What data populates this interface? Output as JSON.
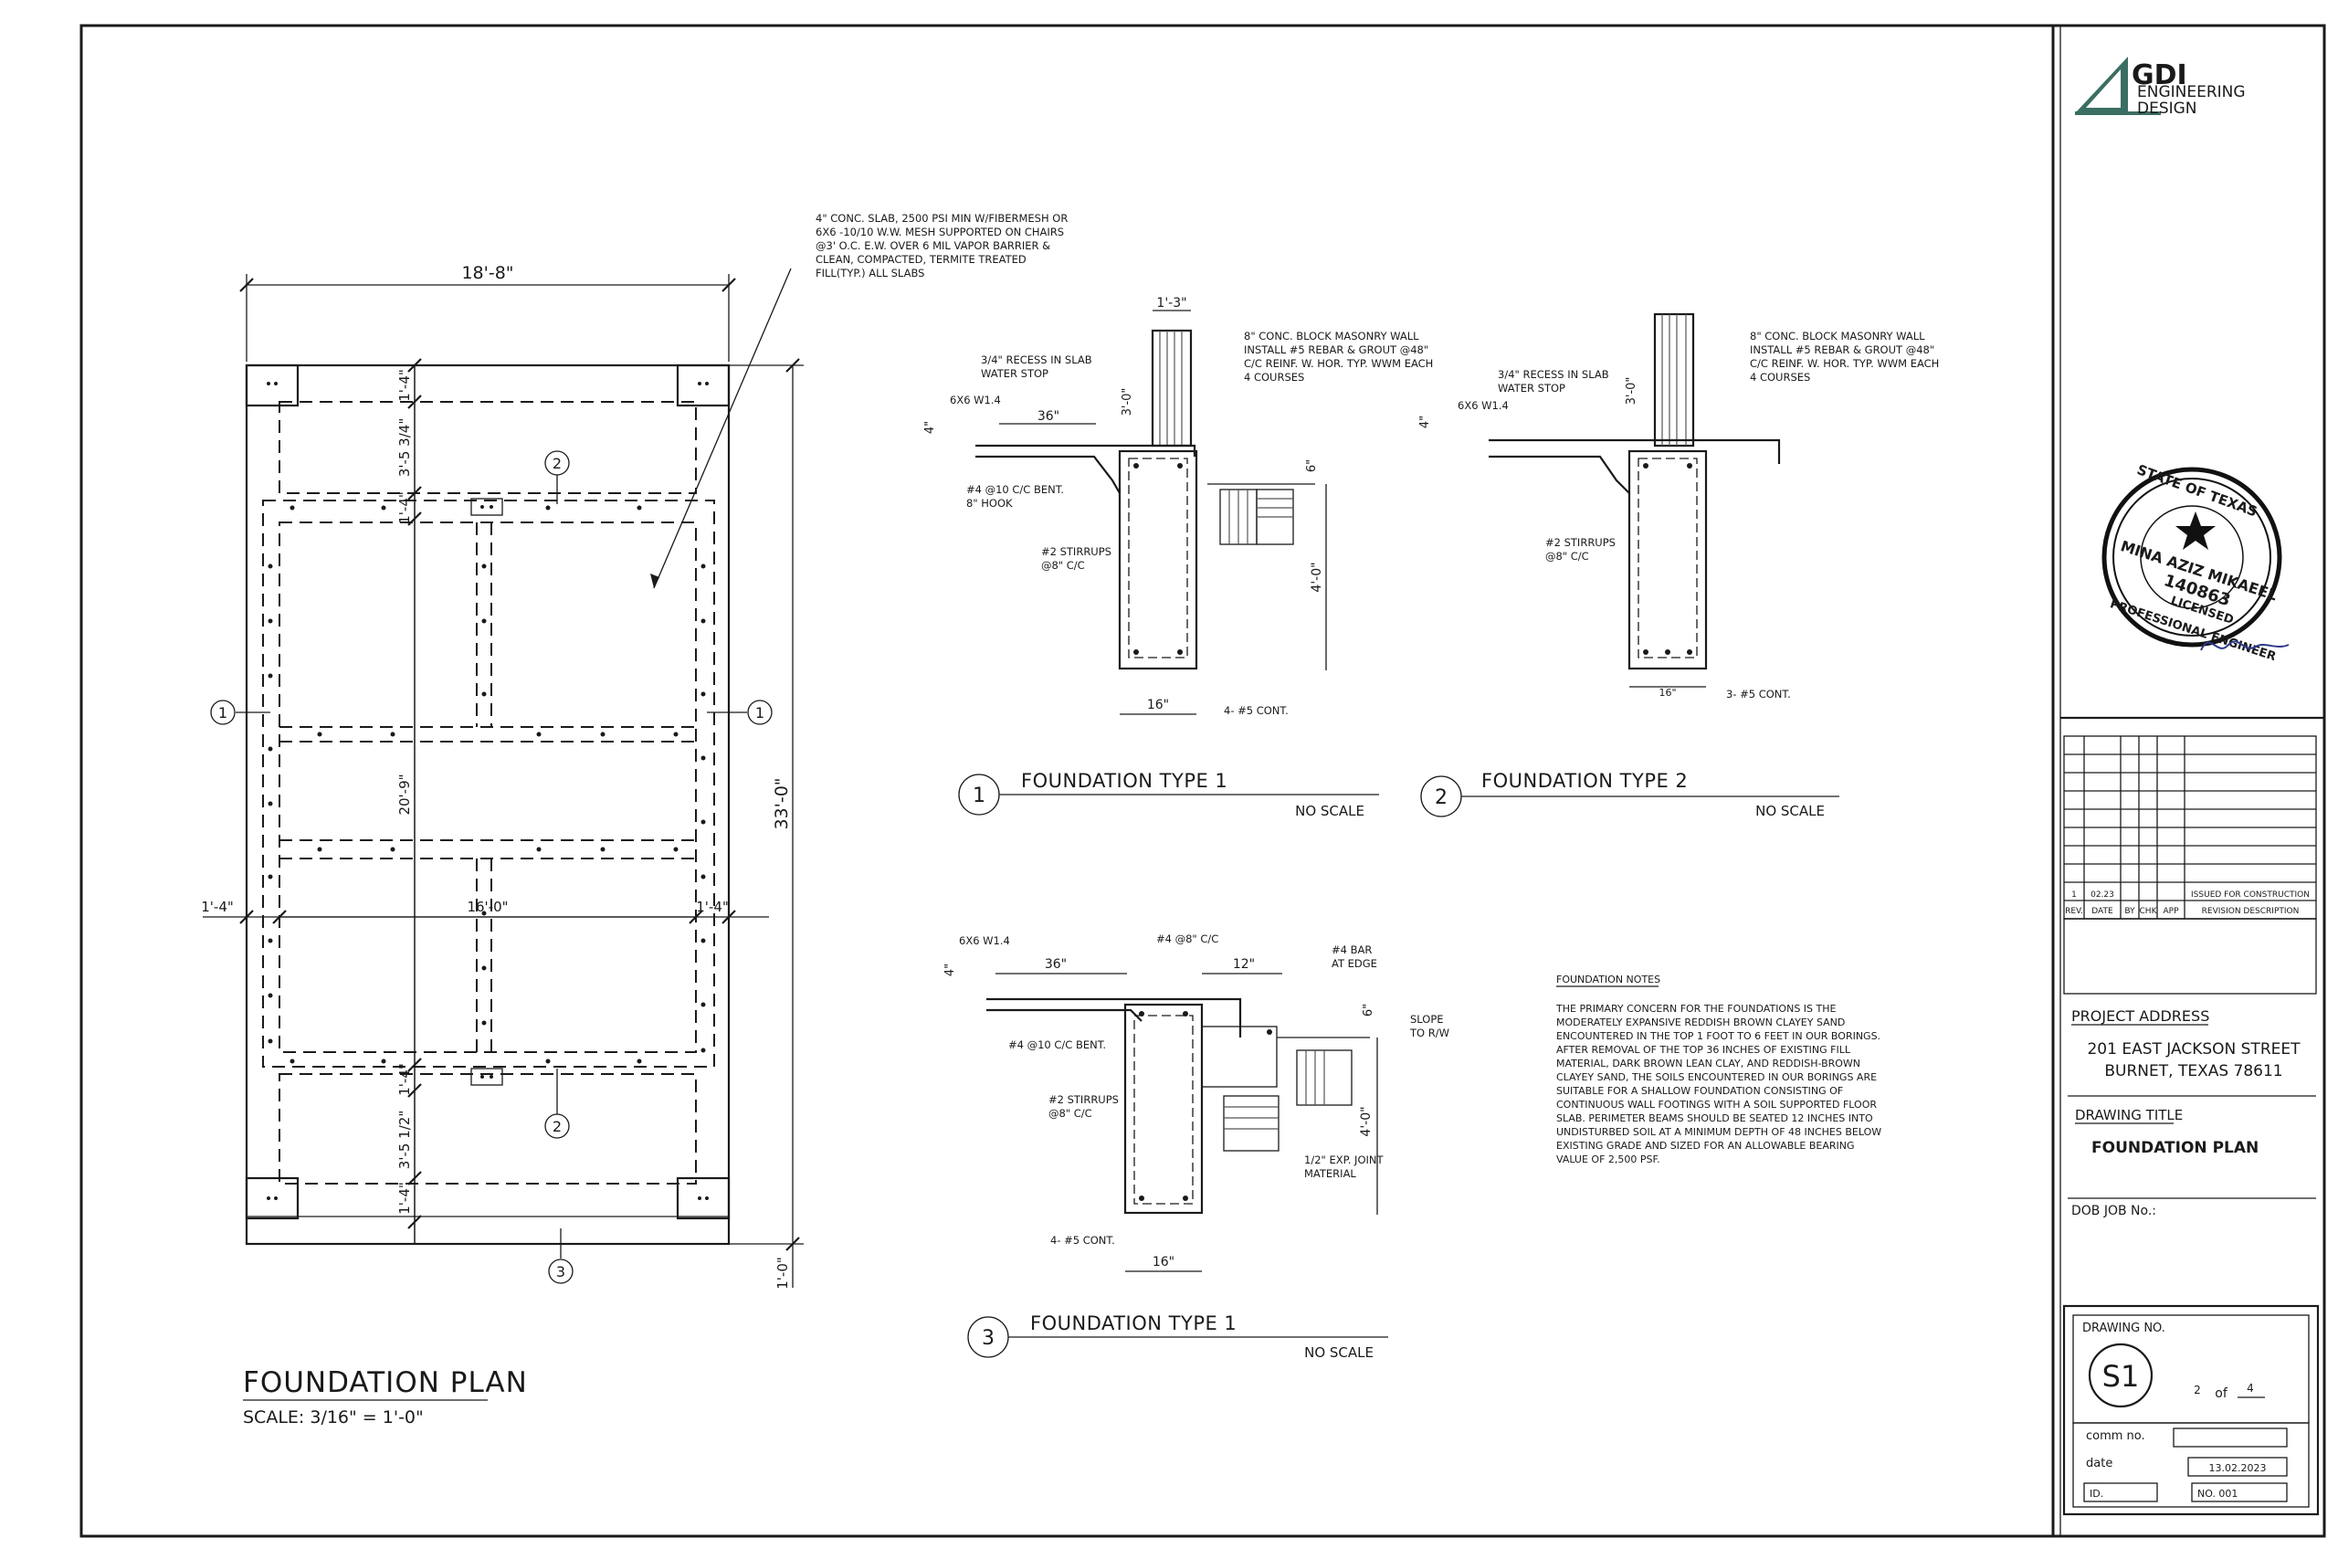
{
  "plan": {
    "title": "FOUNDATION PLAN",
    "scale": "SCALE: 3/16\" = 1'-0\"",
    "dims": {
      "overall_width": "18'-8\"",
      "overall_height": "33'-0\"",
      "interior_width": "16'-0\"",
      "interior_height": "20'-9\"",
      "edge_left": "1'-4\"",
      "edge_right": "1'-4\"",
      "top_1": "1'-4\"",
      "top_2": "3'-5 3/4\"",
      "top_3": "1'-4\"",
      "bot_1": "1'-4\"",
      "bot_2": "3'-5 1/2\"",
      "bot_3": "1'-4\"",
      "bottom_extra": "1'-0\""
    },
    "markers": {
      "left": "1",
      "right": "1",
      "top": "2",
      "bottom": "2",
      "bottom_section": "3"
    },
    "slab_note": "4\" CONC. SLAB, 2500 PSI MIN W/FIBERMESH OR 6X6 -10/10 W.W. MESH SUPPORTED ON CHAIRS @3' O.C. E.W. OVER 6 MIL VAPOR BARRIER & CLEAN, COMPACTED, TERMITE TREATED FILL(TYP.) ALL SLABS"
  },
  "detail1": {
    "number": "1",
    "title": "FOUNDATION TYPE 1",
    "scale": "NO SCALE",
    "wall_note": "8\" CONC. BLOCK MASONRY WALL INSTALL #5 REBAR & GROUT @48\" C/C REINF. W. HOR. TYP. WWM EACH 4 COURSES",
    "recess": "3/4\" RECESS IN SLAB WATER STOP",
    "mesh": "6X6 W1.4",
    "bent": "#4 @10 C/C BENT. 8\" HOOK",
    "stirrups": "#2 STIRRUPS @8\" C/C",
    "cont": "4- #5 CONT.",
    "d_wall": "1'-3\"",
    "d_slab": "36\"",
    "d_4": "4\"",
    "d_3": "3'-0\"",
    "d_6": "6\"",
    "d_depth": "4'-0\"",
    "d_width": "16\""
  },
  "detail2": {
    "number": "2",
    "title": "FOUNDATION TYPE 2",
    "scale": "NO SCALE",
    "wall_note": "8\" CONC. BLOCK MASONRY WALL INSTALL #5 REBAR & GROUT @48\" C/C REINF. W. HOR. TYP. WWM EACH 4 COURSES",
    "recess": "3/4\" RECESS IN SLAB WATER STOP",
    "mesh": "6X6 W1.4",
    "stirrups": "#2 STIRRUPS @8\" C/C",
    "cont": "3- #5 CONT.",
    "d_4": "4\"",
    "d_3": "3'-0\"",
    "d_width": "16\""
  },
  "detail3": {
    "number": "3",
    "title": "FOUNDATION TYPE 1",
    "scale": "NO SCALE",
    "mesh": "6X6 W1.4",
    "top_bar": "#4 @8\" C/C",
    "edge_bar": "#4 BAR AT EDGE",
    "slope": "SLOPE TO R/W",
    "bent": "#4 @10 C/C BENT.",
    "stirrups": "#2 STIRRUPS @8\" C/C",
    "joint": "1/2\" EXP. JOINT MATERIAL",
    "cont": "4- #5 CONT.",
    "d_slab": "36\"",
    "d_12": "12\"",
    "d_4": "4\"",
    "d_6": "6\"",
    "d_depth": "4'-0\"",
    "d_width": "16\""
  },
  "notes": {
    "heading": "FOUNDATION NOTES",
    "lines": [
      "THE PRIMARY CONCERN FOR THE FOUNDATIONS IS THE",
      "MODERATELY EXPANSIVE REDDISH BROWN CLAYEY SAND",
      "ENCOUNTERED IN THE TOP 1 FOOT TO 6 FEET IN OUR BORINGS.",
      "AFTER REMOVAL OF THE TOP 36 INCHES OF EXISTING FILL",
      "MATERIAL, DARK BROWN LEAN CLAY, AND REDDISH-BROWN",
      "CLAYEY SAND, THE SOILS ENCOUNTERED IN OUR BORINGS ARE",
      "SUITABLE FOR A SHALLOW FOUNDATION CONSISTING OF",
      "CONTINUOUS WALL FOOTINGS WITH A SOIL SUPPORTED FLOOR",
      "SLAB. PERIMETER BEAMS SHOULD BE SEATED 12 INCHES INTO",
      "UNDISTURBED SOIL AT A MINIMUM DEPTH OF 48 INCHES BELOW",
      "EXISTING GRADE AND SIZED FOR AN ALLOWABLE BEARING",
      "VALUE OF 2,500 PSF."
    ]
  },
  "title_block": {
    "logo_line1": "GDI",
    "logo_line2": "ENGINEERING",
    "logo_line3": "DESIGN",
    "seal_top": "STATE OF TEXAS",
    "seal_name": "MINA AZIZ MIKAEEL",
    "seal_number": "140863",
    "seal_licensed": "LICENSED",
    "seal_bottom": "PROFESSIONAL ENGINEER",
    "revision_row": {
      "rev": "1",
      "date": "02.23",
      "by": "",
      "chk": "",
      "app": "",
      "desc": "ISSUED FOR CONSTRUCTION"
    },
    "revision_headers": {
      "rev": "REV.",
      "date": "DATE",
      "by": "BY",
      "chk": "CHK",
      "app": "APP",
      "desc": "REVISION DESCRIPTION"
    },
    "project_address_label": "PROJECT ADDRESS",
    "address_line1": "201 EAST JACKSON STREET",
    "address_line2": "BURNET, TEXAS 78611",
    "drawing_title_label": "DRAWING TITLE",
    "drawing_title": "FOUNDATION PLAN",
    "dob_label": "DOB JOB No.:",
    "drawing_no_label": "DRAWING NO.",
    "drawing_no": "S1",
    "sheet_num": "2",
    "sheet_of": "of",
    "sheet_total": "4",
    "comm_label": "comm  no.",
    "date_label": "date",
    "date_value": "13.02.2023",
    "id_label": "ID.",
    "no_value": "NO. 001"
  }
}
